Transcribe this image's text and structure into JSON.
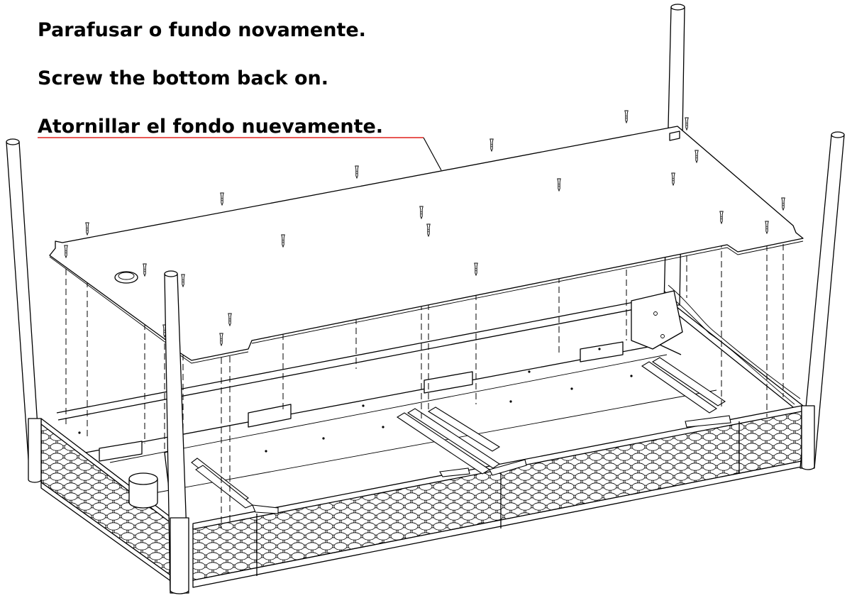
{
  "instructions": {
    "portuguese": "Parafusar o fundo novamente.",
    "english": "Screw the bottom back on.",
    "spanish": "Atornillar el fondo nuevamente."
  },
  "colors": {
    "text": "#000000",
    "leader_line": "#e0211c",
    "drawing": "#000000",
    "background": "#ffffff"
  },
  "parts": {
    "bottom_panel": "bottom-panel",
    "screw": "screw",
    "leg": "table-leg",
    "frame": "rattan-frame",
    "drawer_slide": "drawer-slide"
  }
}
